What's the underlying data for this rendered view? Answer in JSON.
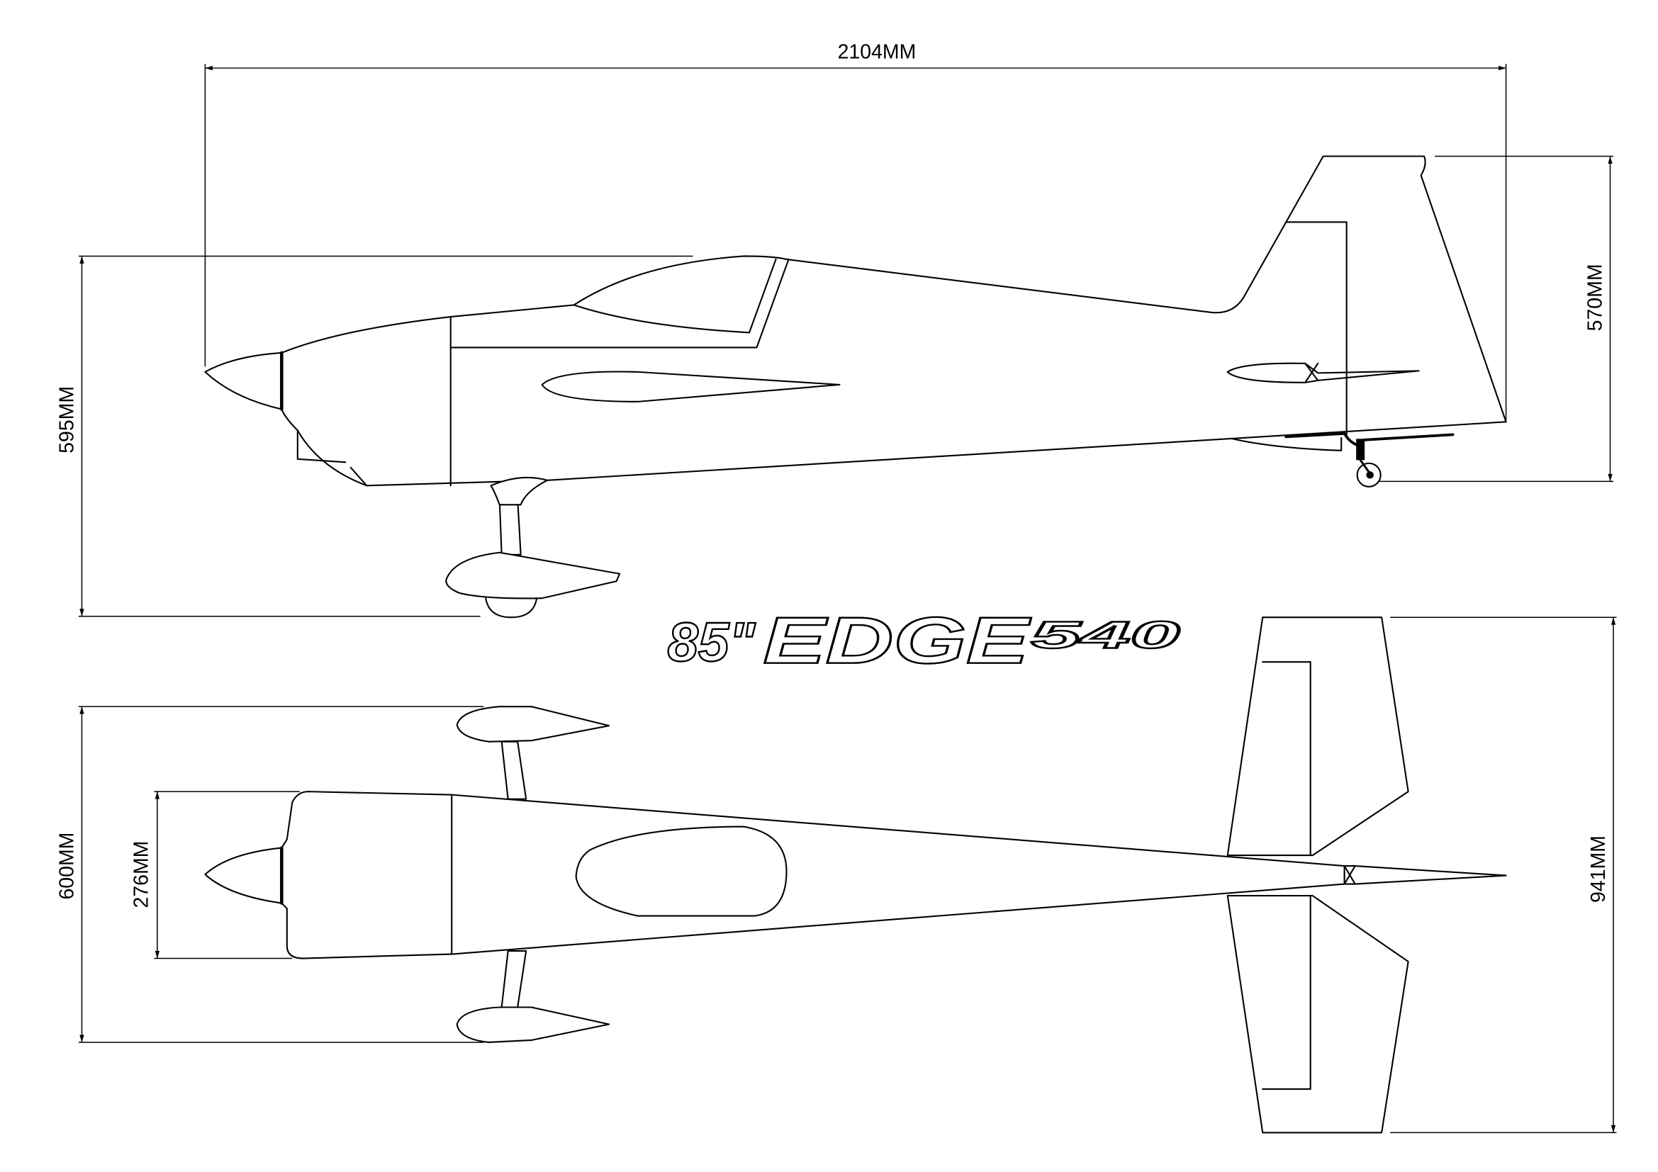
{
  "dimensions": {
    "length": "2104MM",
    "height_side": "595MM",
    "tail_height": "570MM",
    "gear_width": "600MM",
    "fuselage_width": "276MM",
    "stab_span": "941MM"
  },
  "logo": {
    "size": "85\"",
    "name": "EDGE",
    "model": "540"
  },
  "colors": {
    "line": "#000000",
    "background": "#ffffff"
  }
}
